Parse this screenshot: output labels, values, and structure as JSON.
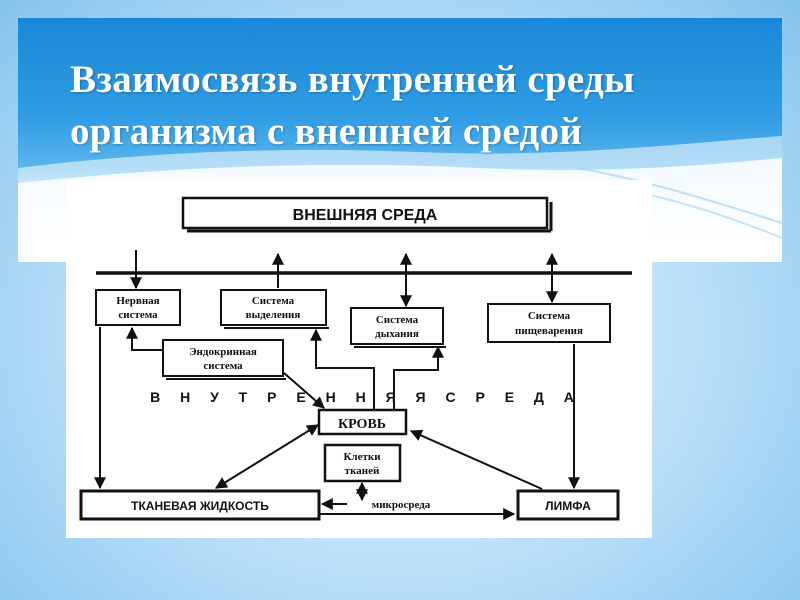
{
  "slide": {
    "title_line1": "Взаимосвязь внутренней среды",
    "title_line2": "организма с внешней средой"
  },
  "diagram": {
    "external_env": "ВНЕШНЯЯ СРЕДА",
    "nervous": [
      "Нервная",
      "система"
    ],
    "excretion": [
      "Система",
      "выделения"
    ],
    "respiration": [
      "Система",
      "дыхания"
    ],
    "digestion": [
      "Система",
      "пищеварения"
    ],
    "endocrine": [
      "Эндокринная",
      "система"
    ],
    "internal_env": "В Н У Т Р Е Н Н Я Я   С Р Е Д А",
    "blood": "КРОВЬ",
    "cells": [
      "Клетки",
      "тканей"
    ],
    "tissue_fluid": "ТКАНЕВАЯ ЖИДКОСТЬ",
    "microenv": "микросреда",
    "lymph": "ЛИМФА"
  },
  "colors": {
    "title": "#ffffff",
    "banner_top": "#1a86d6",
    "ink": "#111111"
  }
}
